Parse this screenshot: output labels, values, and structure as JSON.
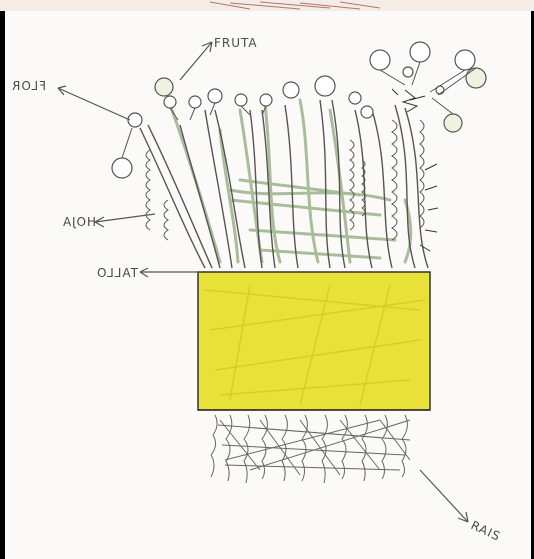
{
  "labels": {
    "fruta": "FRUTA",
    "flor": "FLOR",
    "hoja": "HOJA",
    "tallo": "TALLO",
    "rais": "RAIS"
  },
  "colors": {
    "pot_yellow": "#e8e13a",
    "leaf_green": "#9cb38a",
    "pencil": "#555555",
    "frame": "#000000"
  }
}
